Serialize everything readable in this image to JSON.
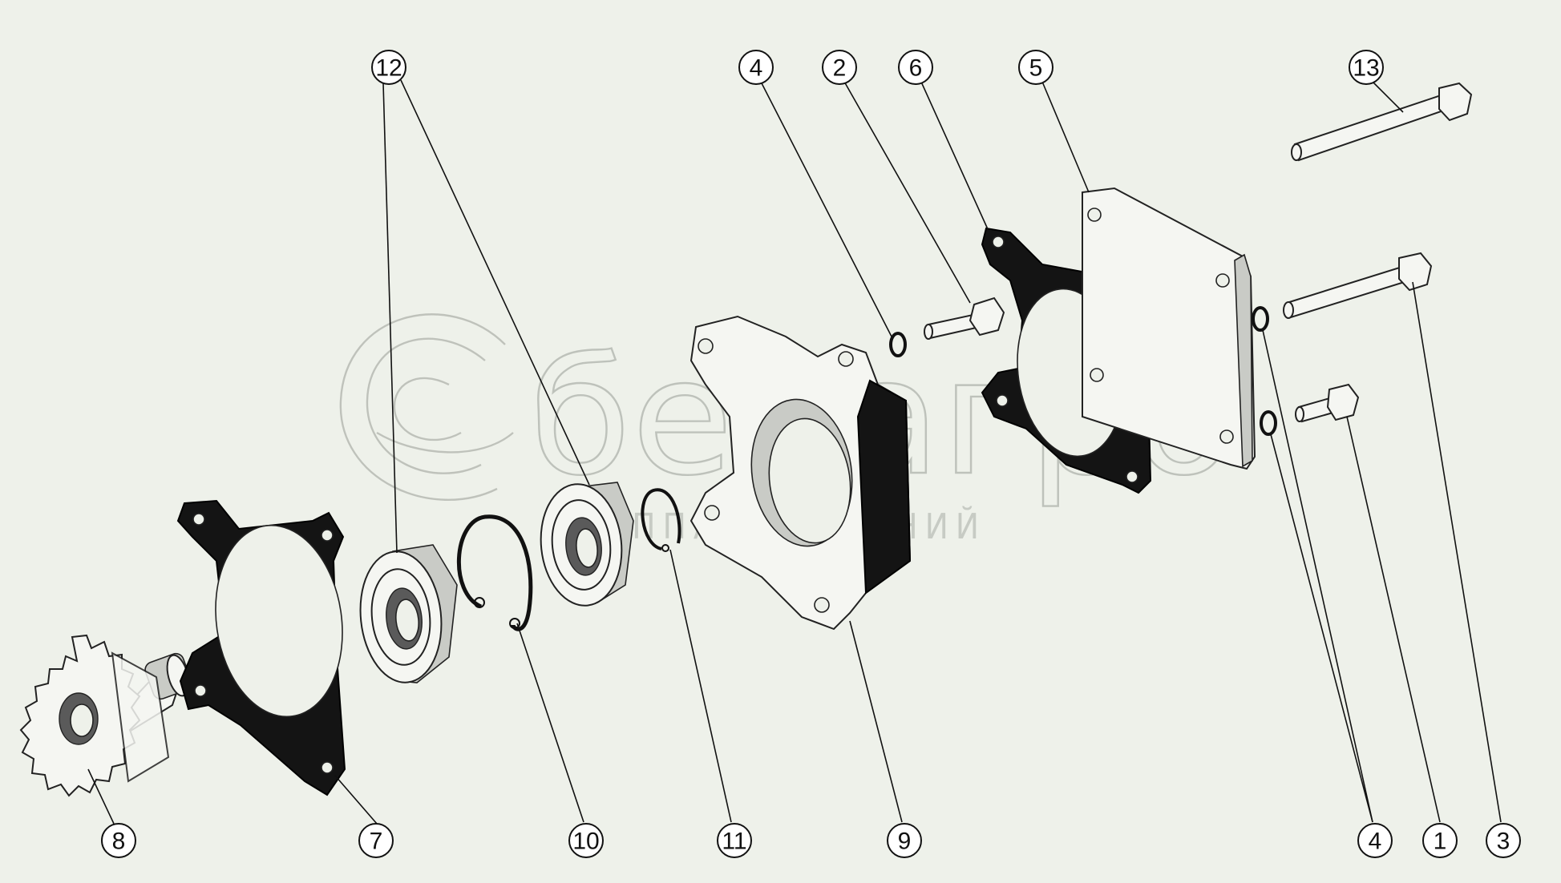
{
  "watermark": {
    "brand": "белагро",
    "tagline": "ГРУППА КОМПАНИЙ"
  },
  "callouts": [
    {
      "id": "c12",
      "label": "12"
    },
    {
      "id": "c4top",
      "label": "4"
    },
    {
      "id": "c2",
      "label": "2"
    },
    {
      "id": "c6",
      "label": "6"
    },
    {
      "id": "c5",
      "label": "5"
    },
    {
      "id": "c13",
      "label": "13"
    },
    {
      "id": "c8",
      "label": "8"
    },
    {
      "id": "c7",
      "label": "7"
    },
    {
      "id": "c10",
      "label": "10"
    },
    {
      "id": "c11",
      "label": "11"
    },
    {
      "id": "c9",
      "label": "9"
    },
    {
      "id": "c4bot",
      "label": "4"
    },
    {
      "id": "c1",
      "label": "1"
    },
    {
      "id": "c3",
      "label": "3"
    }
  ]
}
